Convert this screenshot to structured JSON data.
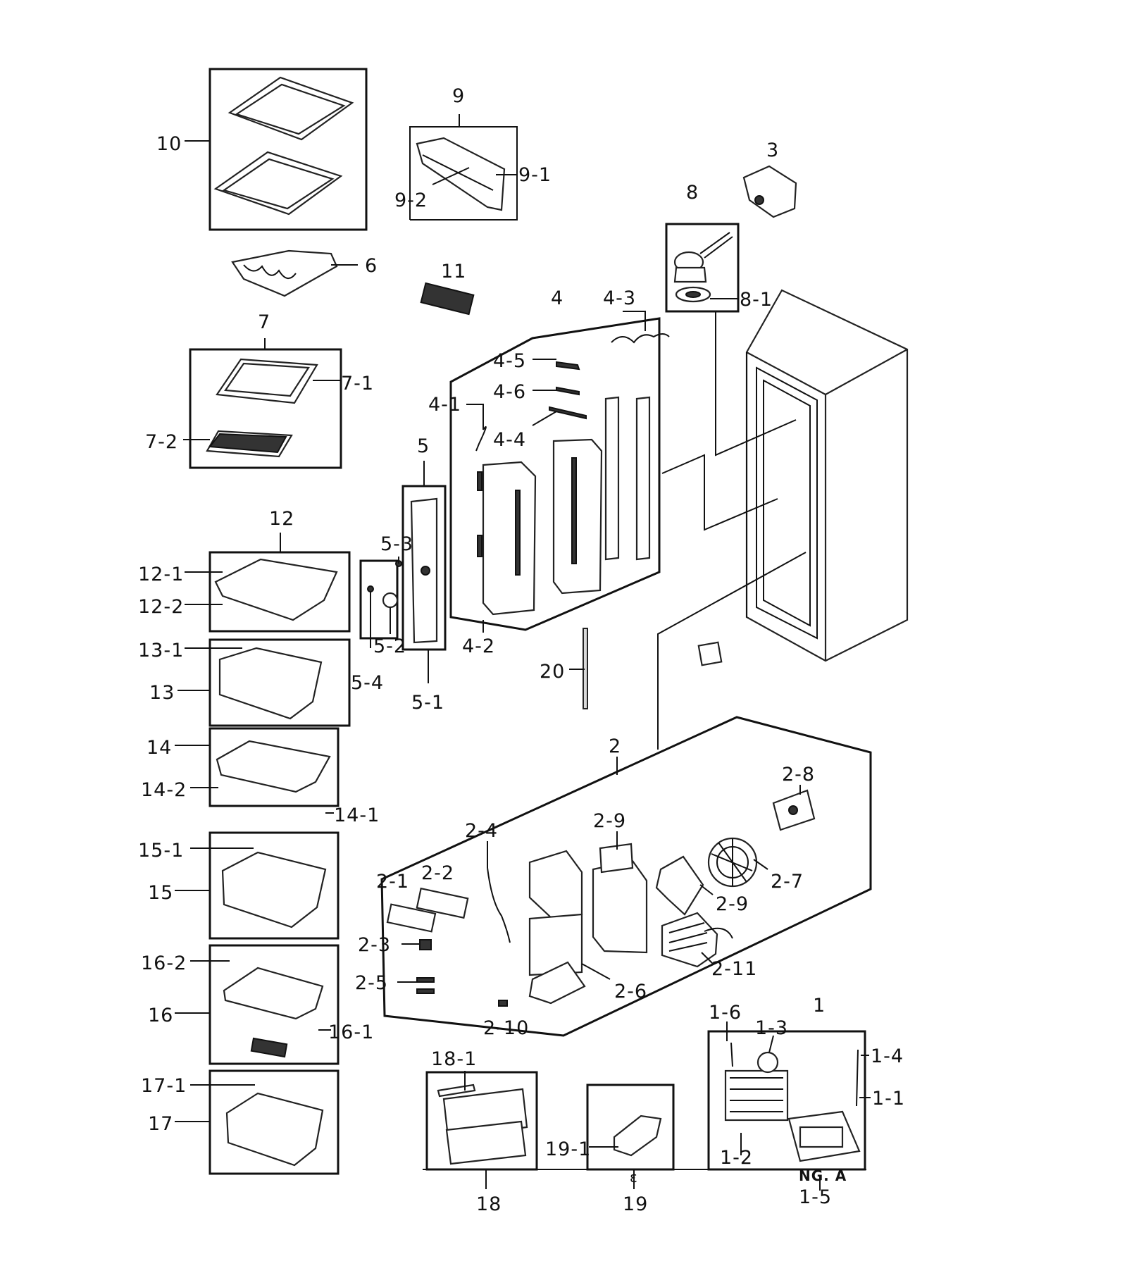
{
  "labels": {
    "l1": "1",
    "l1_1": "1-1",
    "l1_2": "1-2",
    "l1_3": "1-3",
    "l1_4": "1-4",
    "l1_5": "1-5",
    "l1_6": "1-6",
    "l2": "2",
    "l2_1": "2-1",
    "l2_2": "2-2",
    "l2_3": "2-3",
    "l2_4": "2-4",
    "l2_5": "2-5",
    "l2_6": "2-6",
    "l2_7": "2-7",
    "l2_8": "2-8",
    "l2_9a": "2-9",
    "l2_9b": "2-9",
    "l2_10": "2-10",
    "l2_11": "2-11",
    "l3": "3",
    "l4": "4",
    "l4_1": "4-1",
    "l4_2": "4-2",
    "l4_3": "4-3",
    "l4_4": "4-4",
    "l4_5": "4-5",
    "l4_6": "4-6",
    "l5": "5",
    "l5_1": "5-1",
    "l5_2": "5-2",
    "l5_3": "5-3",
    "l5_4": "5-4",
    "l6": "6",
    "l7": "7",
    "l7_1": "7-1",
    "l7_2": "7-2",
    "l8": "8",
    "l8_1": "8-1",
    "l9": "9",
    "l9_1": "9-1",
    "l9_2": "9-2",
    "l10": "10",
    "l11": "11",
    "l12": "12",
    "l12_1": "12-1",
    "l12_2": "12-2",
    "l13": "13",
    "l13_1": "13-1",
    "l14": "14",
    "l14_1": "14-1",
    "l14_2": "14-2",
    "l15": "15",
    "l15_1": "15-1",
    "l16": "16",
    "l16_1": "16-1",
    "l16_2": "16-2",
    "l17": "17",
    "l17_1": "17-1",
    "l18": "18",
    "l18_1": "18-1",
    "l19": "19",
    "l19_1": "19-1",
    "l20": "20",
    "ng_a": "NG. A",
    "small_mark": "ɛ"
  },
  "icons": {
    "refrigerator": "refrigerator-cabinet-icon",
    "shelf": "glass-shelf-icon",
    "drawer": "crisper-drawer-icon",
    "fan": "fan-motor-icon",
    "compressor": "compressor-icon"
  }
}
